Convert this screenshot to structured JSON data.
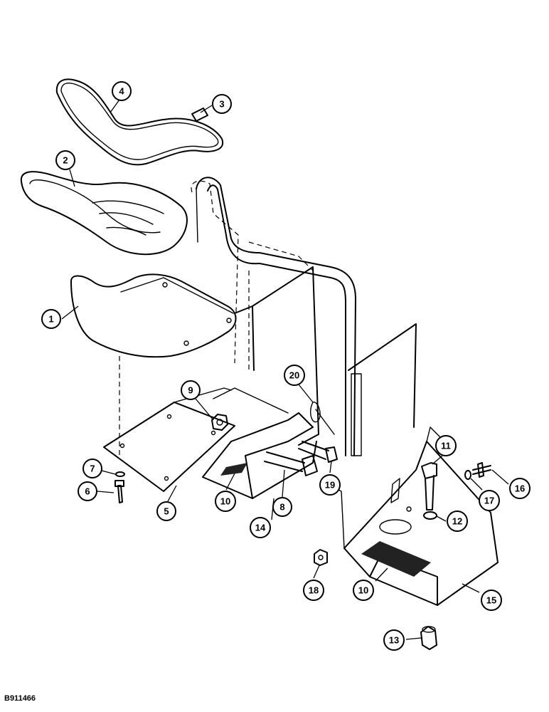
{
  "figure_code": "B911466",
  "callouts": [
    {
      "label": "1"
    },
    {
      "label": "2"
    },
    {
      "label": "3"
    },
    {
      "label": "4"
    },
    {
      "label": "5"
    },
    {
      "label": "6"
    },
    {
      "label": "7"
    },
    {
      "label": "8"
    },
    {
      "label": "9"
    },
    {
      "label": "10"
    },
    {
      "label": "10"
    },
    {
      "label": "11"
    },
    {
      "label": "12"
    },
    {
      "label": "13"
    },
    {
      "label": "14"
    },
    {
      "label": "15"
    },
    {
      "label": "16"
    },
    {
      "label": "17"
    },
    {
      "label": "18"
    },
    {
      "label": "19"
    },
    {
      "label": "20"
    }
  ]
}
